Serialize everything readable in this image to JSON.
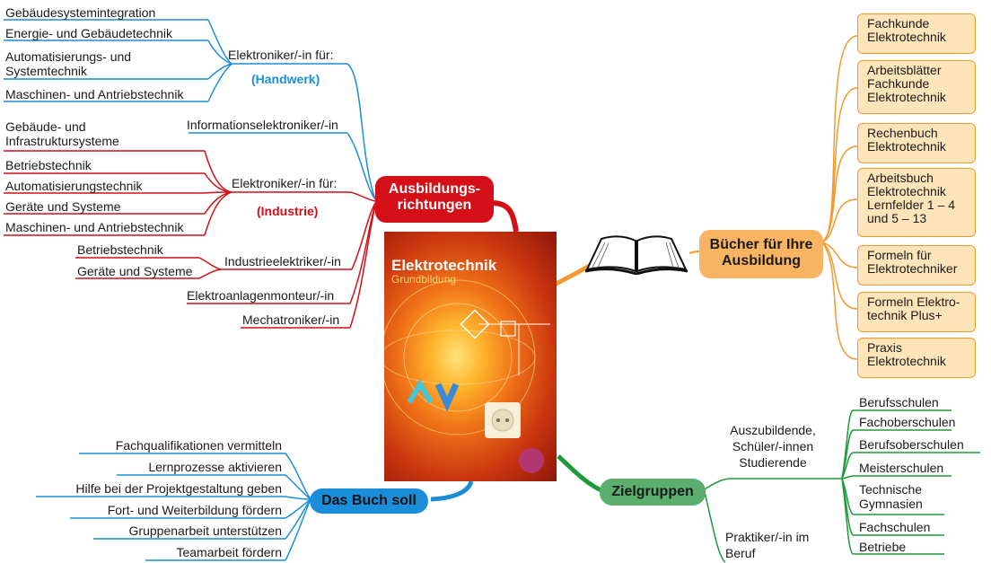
{
  "colors": {
    "blue": "#1a8ed8",
    "red": "#d40f18",
    "orange": "#f29a2e",
    "green": "#1e9a3a",
    "orange_fill": "#fde4b9",
    "green_fill": "#5cae6f"
  },
  "center_book": {
    "title": "Elektrotechnik",
    "subtitle": "Grundbildung",
    "icon": "textbook-cover-image"
  },
  "open_book_icon": "open-book-icon",
  "ausbildung": {
    "hub": [
      "Ausbildungs-",
      "richtungen"
    ],
    "handwerk": {
      "label": "Elektroniker/-in für:",
      "tag": "(Handwerk)",
      "items": [
        "Gebäudesystemintegration",
        "Energie- und Gebäudetechnik",
        "Automatisierungs- und Systemtechnik",
        "Maschinen- und Antriebstechnik"
      ]
    },
    "informationselektroniker": "Informationselektroniker/-in",
    "industrie": {
      "label": "Elektroniker/-in für:",
      "tag": "(Industrie)",
      "items": [
        "Gebäude- und Infrastruktursysteme",
        "Betriebstechnik",
        "Automatisierungstechnik",
        "Geräte und Systeme",
        "Maschinen- und Antriebstechnik"
      ]
    },
    "industrieelektriker": {
      "label": "Industrieelektriker/-in",
      "items": [
        "Betriebstechnik",
        "Geräte und Systeme"
      ]
    },
    "elektroanlagenmonteur": "Elektroanlagenmonteur/-in",
    "mechatroniker": "Mechatroniker/-in"
  },
  "buecher": {
    "hub": [
      "Bücher für Ihre",
      "Ausbildung"
    ],
    "items": [
      "Fachkunde Elektrotechnik",
      "Arbeitsblätter Fachkunde Elektrotechnik",
      "Rechenbuch Elektrotechnik",
      "Arbeitsbuch Elektrotechnik Lernfelder 1 – 4 und 5 – 13",
      "Formeln für Elektrotechniker",
      "Formeln Elektro-technik Plus+",
      "Praxis Elektrotechnik"
    ]
  },
  "zielgruppen": {
    "hub": "Zielgruppen",
    "group1": "Auszubildende, Schüler/-innen Studierende",
    "items": [
      "Berufsschulen",
      "Fachoberschulen",
      "Berufsoberschulen",
      "Meisterschulen",
      "Technische Gymnasien",
      "Fachschulen",
      "Betriebe"
    ],
    "group2": "Praktiker/-in im Beruf"
  },
  "buch_soll": {
    "hub": "Das Buch soll",
    "items": [
      "Fachqualifikationen vermitteln",
      "Lernprozesse aktivieren",
      "Hilfe bei der Projektgestaltung geben",
      "Fort- und Weiterbildung fördern",
      "Gruppenarbeit unterstützen",
      "Teamarbeit fördern"
    ]
  }
}
